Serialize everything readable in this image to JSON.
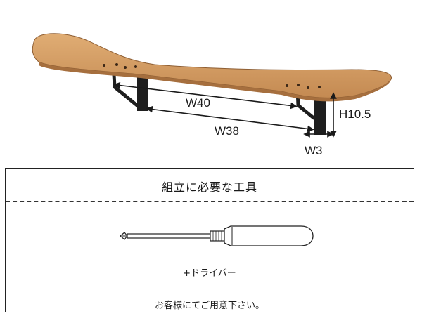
{
  "product": {
    "dimensions": {
      "w40": "W40",
      "w38": "W38",
      "h105": "H10.5",
      "w3": "W3"
    },
    "deck_color": "#d29a62",
    "bracket_color": "#1e1e1e"
  },
  "tools": {
    "title": "組立に必要な工具",
    "tool_name": "+ドライバー",
    "note": "お客様にてご用意下さい。",
    "tool_icon": "screwdriver-icon"
  }
}
